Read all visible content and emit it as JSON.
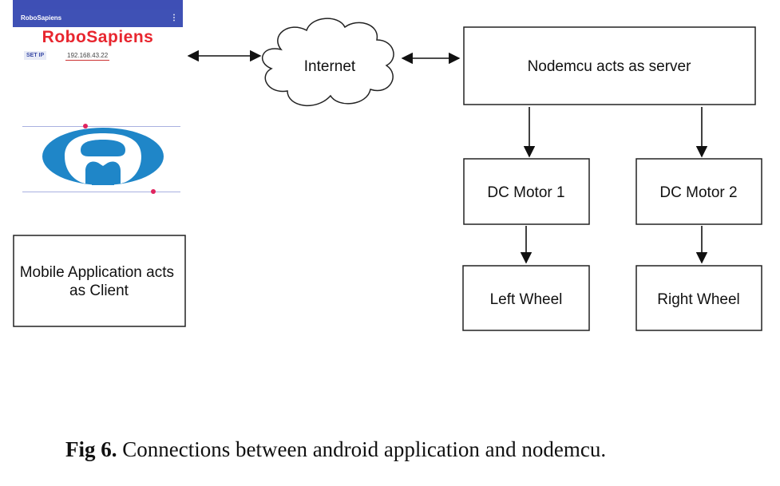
{
  "mobile_app": {
    "app_bar_title": "RoboSapiens",
    "brand_name": "RoboSapiens",
    "ip_label": "SET IP",
    "ip_value": "192.168.43.22"
  },
  "nodes": {
    "client": "Mobile Application acts as Client",
    "cloud": "Internet",
    "server": "Nodemcu acts as server",
    "motor1": "DC Motor 1",
    "motor2": "DC Motor 2",
    "left_wheel": "Left Wheel",
    "right_wheel": "Right Wheel"
  },
  "caption": {
    "label": "Fig 6.",
    "text": " Connections between android application and nodemcu."
  },
  "colors": {
    "app_bar": "#3f51b5",
    "brand": "#e8262f",
    "logo": "#1f86c8",
    "slider_dot": "#e0245e"
  },
  "icons": [
    "robot-logo-icon",
    "cloud-icon",
    "arrow-icon",
    "overflow-menu-icon"
  ]
}
